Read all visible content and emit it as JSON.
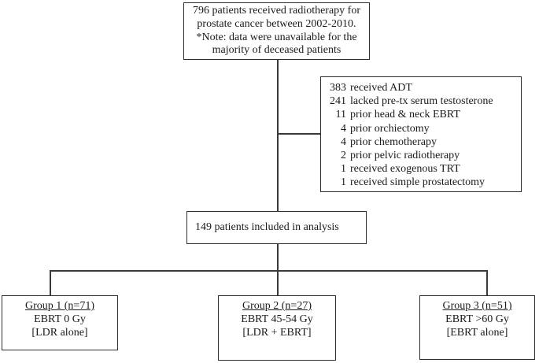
{
  "top_box": {
    "lines": [
      "796 patients received radiotherapy for",
      "prostate cancer between 2002-2010.",
      "*Note: data were unavailable for the",
      "majority of deceased patients"
    ]
  },
  "exclusion_box": {
    "items": [
      {
        "count": "383",
        "label": "received ADT"
      },
      {
        "count": "241",
        "label": "lacked pre-tx serum testosterone"
      },
      {
        "count": "11",
        "label": "prior head & neck EBRT"
      },
      {
        "count": "4",
        "label": "prior orchiectomy"
      },
      {
        "count": "4",
        "label": "prior chemotherapy"
      },
      {
        "count": "2",
        "label": "prior pelvic radiotherapy"
      },
      {
        "count": "1",
        "label": "received exogenous TRT"
      },
      {
        "count": "1",
        "label": "received simple prostatectomy"
      }
    ]
  },
  "analysis_box": {
    "text": "149 patients included in analysis"
  },
  "groups": [
    {
      "title": "Group 1 (n=71)",
      "dose": "EBRT 0 Gy",
      "modality": "[LDR alone]"
    },
    {
      "title": "Group 2 (n=27)",
      "dose": "EBRT 45-54 Gy",
      "modality": "[LDR + EBRT]"
    },
    {
      "title": "Group 3 (n=51)",
      "dose": "EBRT >60 Gy",
      "modality": "[EBRT alone]"
    }
  ],
  "colors": {
    "background": "#ffffff",
    "border": "#2e2e2e",
    "text": "#1a1a1a"
  }
}
